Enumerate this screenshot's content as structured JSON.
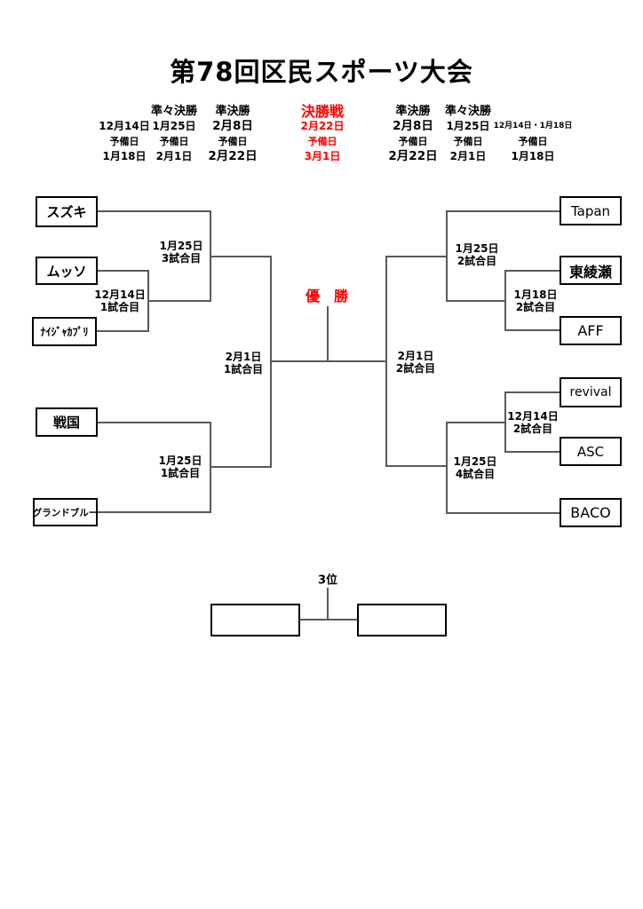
{
  "title": "第78回区民スポーツ大会",
  "colors": {
    "accent_red": "#ff0000",
    "line_gray": "#595959",
    "box_border": "#000000"
  },
  "schedule": {
    "columns": [
      {
        "header": "",
        "rows": [
          "12月14日",
          "予備日",
          "1月18日"
        ]
      },
      {
        "header": "準々決勝",
        "rows": [
          "1月25日",
          "予備日",
          "2月1日"
        ]
      },
      {
        "header": "準決勝",
        "rows": [
          "2月8日",
          "予備日",
          "2月22日"
        ]
      },
      {
        "header": "決勝戦",
        "rows": [
          "2月22日",
          "予備日",
          "3月1日"
        ]
      },
      {
        "header": "準決勝",
        "rows": [
          "2月8日",
          "予備日",
          "2月22日"
        ]
      },
      {
        "header": "準々決勝",
        "rows": [
          "1月25日",
          "予備日",
          "2月1日"
        ]
      },
      {
        "header": "",
        "rows": [
          "12月14日・1月18日",
          "予備日",
          "1月18日"
        ]
      }
    ]
  },
  "bracket": {
    "champion_label": "優　勝",
    "third_place_label": "3位",
    "teams": [
      {
        "name": "スズキ"
      },
      {
        "name": "ムッソ"
      },
      {
        "name": "ﾅｲｼﾞｬｶﾌﾟﾘ"
      },
      {
        "name": "戦国"
      },
      {
        "name": "グランドブルー"
      },
      {
        "name": "Tapan"
      },
      {
        "name": "東綾瀬"
      },
      {
        "name": "AFF"
      },
      {
        "name": "revival"
      },
      {
        "name": "ASC"
      },
      {
        "name": "BACO"
      }
    ],
    "matches": {
      "left_qf_inner": {
        "date": "12月14日",
        "game": "1試合目"
      },
      "left_sf_top": {
        "date": "1月25日",
        "game": "3試合目"
      },
      "left_sf_bottom": {
        "date": "1月25日",
        "game": "1試合目"
      },
      "semifinal_left": {
        "date": "2月1日",
        "game": "1試合目"
      },
      "semifinal_right": {
        "date": "2月1日",
        "game": "2試合目"
      },
      "right_sf_top": {
        "date": "1月25日",
        "game": "2試合目"
      },
      "right_qf_top": {
        "date": "1月18日",
        "game": "2試合目"
      },
      "right_qf_bottom": {
        "date": "12月14日",
        "game": "2試合目"
      },
      "right_sf_bottom": {
        "date": "1月25日",
        "game": "4試合目"
      }
    }
  }
}
